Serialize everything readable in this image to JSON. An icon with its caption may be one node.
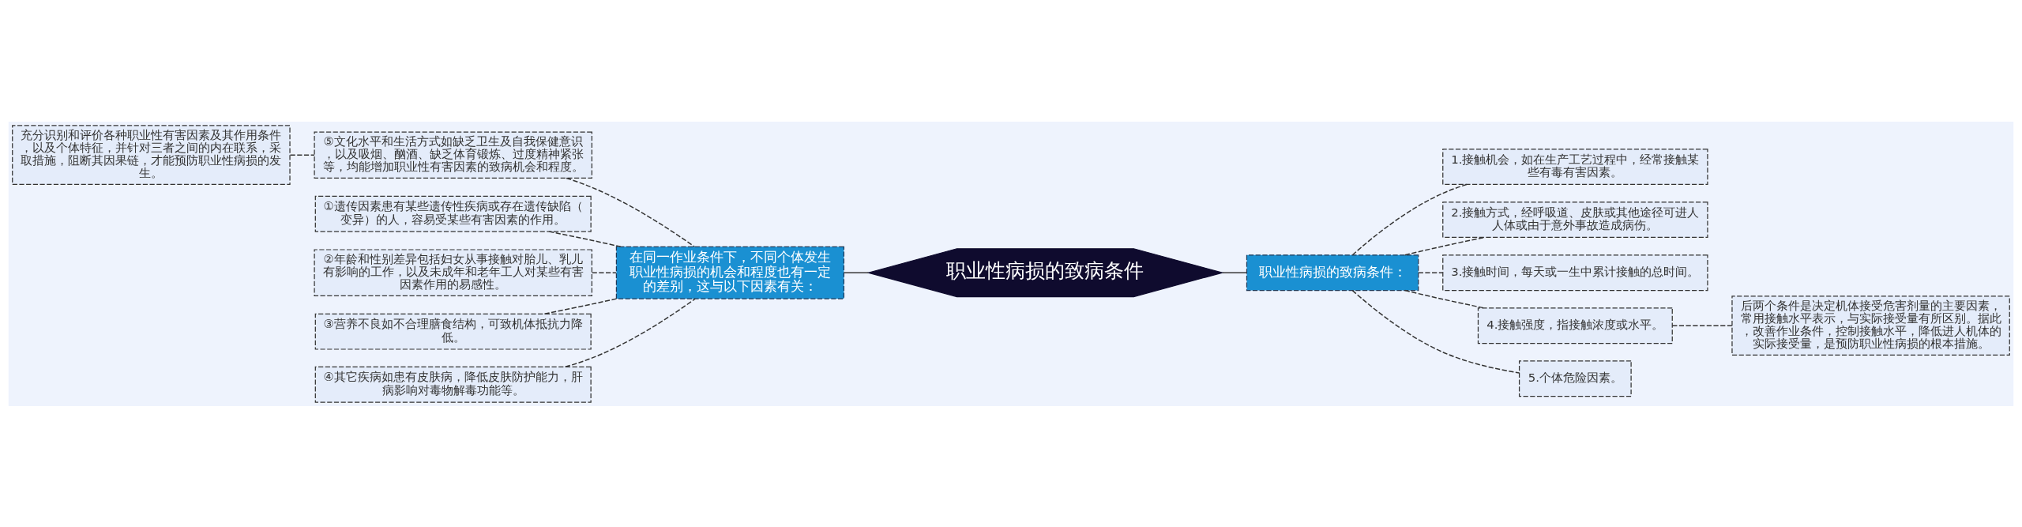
{
  "diagram": {
    "nodes": [
      {
        "text": [
          "充分识别和评价各种职业性有害因素及其作用条件，以及个体特征，并针对三者之间的内在联系，采取措施，阻断其因果链，才能预防职业性病损的发生。"
        ]
      },
      {
        "text": [
          "①遗传因素患有某些遗传性疾病或存在遗传缺陷（变异）的人，容易受某些有害因素的作用。"
        ]
      },
      {
        "text": [
          "②年龄和性别差异包括妇女从事接触对胎儿、乳儿有影响的工作，以及未成年和老年工人对某些有害因素作用的易感性。"
        ]
      },
      {
        "text": [
          "③营养不良如不合理膳食结构，可致机体抵抗力降低。"
        ]
      },
      {
        "text": [
          "④其它疾病如患有皮肤病，降低皮肤防护能力，肝病影响对毒物解毒功能等。"
        ]
      },
      {
        "text": [
          "⑤文化水平和生活方式如缺乏卫生及自我保健意识，以及吸烟、酗酒、缺乏体育锻炼、过度精神紧张等，均能增加职业性有害因素的致病机会和程度。"
        ]
      },
      {
        "text": [
          "在同一作业条件下，不同个体发生职业性病损的机会和程度也有一定的差别，这与以下因素有关："
        ]
      },
      {
        "text": [
          "职业性病损的致病条件"
        ]
      },
      {
        "text": [
          "职业性病损的致病条件："
        ]
      },
      {
        "text": [
          "1.接触机会，如在生产工艺过程中，经常接触某些有毒有害因素。"
        ]
      },
      {
        "text": [
          "2.接触方式，经呼吸道、皮肤或其他途径可进人人体或由于意外事故造成病伤。"
        ]
      },
      {
        "text": [
          "3.接触时间，每天或一生中累计接触的总时间。"
        ]
      },
      {
        "text": [
          "4.接触强度，指接触浓度或水平。"
        ]
      },
      {
        "text": [
          "5.个体危险因素。"
        ]
      },
      {
        "text": [
          "后两个条件是决定机体接受危害剂量的主要因素，常用接触水平表示，与实际接受量有所区别。据此，改善作业条件，控制接触水平，降低进人机体的实际接受量，是预防职业性病损的根本措施。"
        ]
      }
    ],
    "edges": [
      {
        "from": 0,
        "to": 5,
        "arrow": "none",
        "style": "dashed"
      },
      {
        "from": 1,
        "to": 6,
        "arrow": "none",
        "style": "dashed"
      },
      {
        "from": 2,
        "to": 6,
        "arrow": "none",
        "style": "dashed"
      },
      {
        "from": 3,
        "to": 6,
        "arrow": "none",
        "style": "dashed"
      },
      {
        "from": 4,
        "to": 6,
        "arrow": "none",
        "style": "dashed"
      },
      {
        "from": 5,
        "to": 6,
        "arrow": "none",
        "style": "dashed"
      },
      {
        "from": 6,
        "to": 7,
        "arrow": "none"
      },
      {
        "from": 7,
        "to": 8,
        "arrow": "none"
      },
      {
        "from": 8,
        "to": 9,
        "arrow": "none",
        "style": "dashed"
      },
      {
        "from": 8,
        "to": 10,
        "arrow": "none",
        "style": "dashed"
      },
      {
        "from": 8,
        "to": 11,
        "arrow": "none",
        "style": "dashed"
      },
      {
        "from": 8,
        "to": 12,
        "arrow": "none",
        "style": "dashed"
      },
      {
        "from": 8,
        "to": 13,
        "arrow": "none",
        "style": "dashed"
      },
      {
        "from": 12,
        "to": 14,
        "arrow": "none",
        "style": "dashed"
      }
    ]
  }
}
